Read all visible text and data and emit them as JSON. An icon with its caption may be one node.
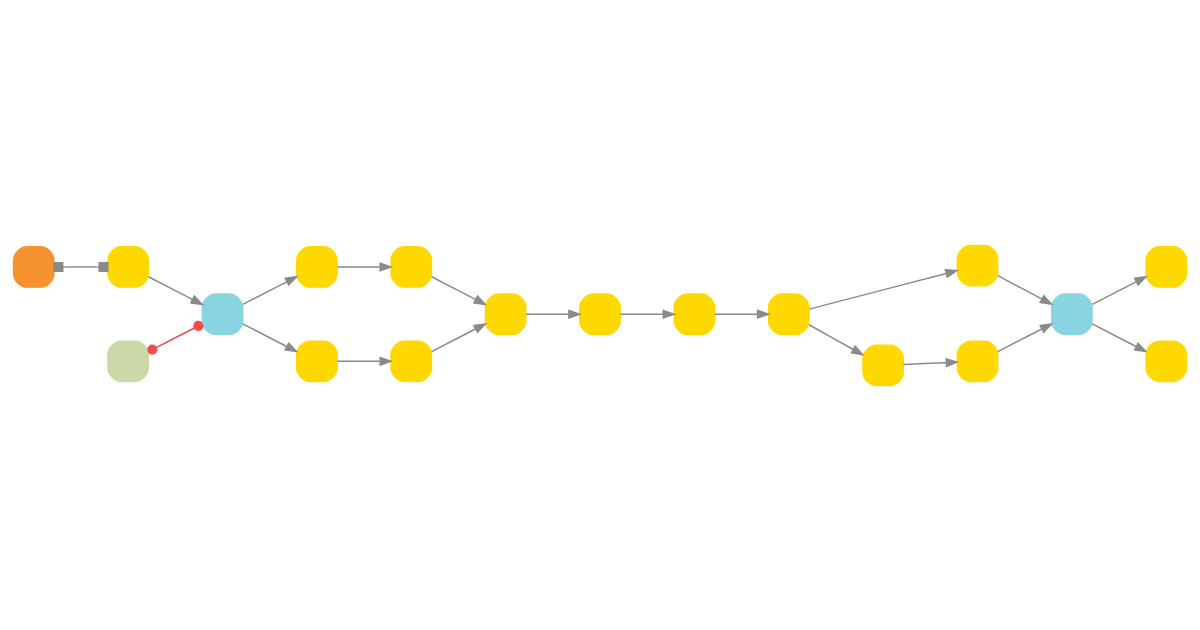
{
  "diagram": {
    "nodes": [
      {
        "text": [],
        "shape": "box"
      },
      {
        "text": [],
        "shape": "box"
      },
      {
        "text": [],
        "shape": "box"
      },
      {
        "text": [],
        "shape": "box"
      },
      {
        "text": [],
        "shape": "box"
      },
      {
        "text": [],
        "shape": "box"
      },
      {
        "text": [],
        "shape": "box"
      },
      {
        "text": [],
        "shape": "box"
      },
      {
        "text": [],
        "shape": "box"
      },
      {
        "text": [],
        "shape": "box"
      },
      {
        "text": [],
        "shape": "box"
      },
      {
        "text": [],
        "shape": "box"
      },
      {
        "text": [],
        "shape": "box"
      },
      {
        "text": [],
        "shape": "box"
      },
      {
        "text": [],
        "shape": "box"
      },
      {
        "text": [],
        "shape": "box"
      },
      {
        "text": [],
        "shape": "box"
      },
      {
        "text": [],
        "shape": "box"
      }
    ],
    "edges": [
      {
        "from": 0,
        "to": 2,
        "arrow": "other"
      },
      {
        "from": 1,
        "to": 3,
        "arrow": "other",
        "color": "#f24b4b"
      },
      {
        "from": 2,
        "to": 3,
        "arrow": "to"
      },
      {
        "from": 3,
        "to": 4,
        "arrow": "to"
      },
      {
        "from": 3,
        "to": 6,
        "arrow": "to"
      },
      {
        "from": 4,
        "to": 5,
        "arrow": "to"
      },
      {
        "from": 6,
        "to": 7,
        "arrow": "to"
      },
      {
        "from": 5,
        "to": 8,
        "arrow": "to"
      },
      {
        "from": 7,
        "to": 8,
        "arrow": "to"
      },
      {
        "from": 8,
        "to": 9,
        "arrow": "to"
      },
      {
        "from": 9,
        "to": 10,
        "arrow": "to"
      },
      {
        "from": 10,
        "to": 11,
        "arrow": "to"
      },
      {
        "from": 11,
        "to": 12,
        "arrow": "to"
      },
      {
        "from": 11,
        "to": 13,
        "arrow": "to"
      },
      {
        "from": 12,
        "to": 15,
        "arrow": "to"
      },
      {
        "from": 13,
        "to": 14,
        "arrow": "to"
      },
      {
        "from": 14,
        "to": 15,
        "arrow": "to"
      },
      {
        "from": 15,
        "to": 16,
        "arrow": "to"
      },
      {
        "from": 15,
        "to": 17,
        "arrow": "to"
      }
    ]
  }
}
